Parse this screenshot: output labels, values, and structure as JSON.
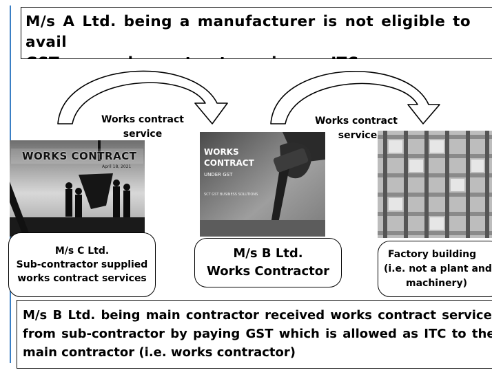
{
  "headline": {
    "line1": "M/s A Ltd. being a manufacturer is not eligible to avail",
    "line2": "GST on works contract service as ITC."
  },
  "arrow_labels": {
    "left": [
      "Works contract",
      "service"
    ],
    "right": [
      "Works contract",
      "service"
    ]
  },
  "photos": {
    "left": {
      "title": "WORKS CONTRACT",
      "date": "April 18, 2021"
    },
    "middle": {
      "line1": "WORKS",
      "line2": "CONTRACT",
      "line3": "UNDER GST",
      "credit": "SCT GST BUSINESS SOLUTIONS"
    }
  },
  "captions": {
    "left": [
      "M/s C Ltd.",
      "Sub-contractor supplied",
      "works contract services"
    ],
    "middle": [
      "M/s B Ltd.",
      "Works Contractor"
    ],
    "right": [
      "Factory building",
      "(i.e. not a plant and",
      "machinery)"
    ]
  },
  "footnote": {
    "line1": "M/s B Ltd. being main contractor received works contract service",
    "line2": "from sub-contractor by paying GST which is allowed as ITC to the",
    "line3": "main contractor (i.e. works contractor)"
  },
  "colors": {
    "frame": "#3a7fc4",
    "text": "#000000"
  }
}
